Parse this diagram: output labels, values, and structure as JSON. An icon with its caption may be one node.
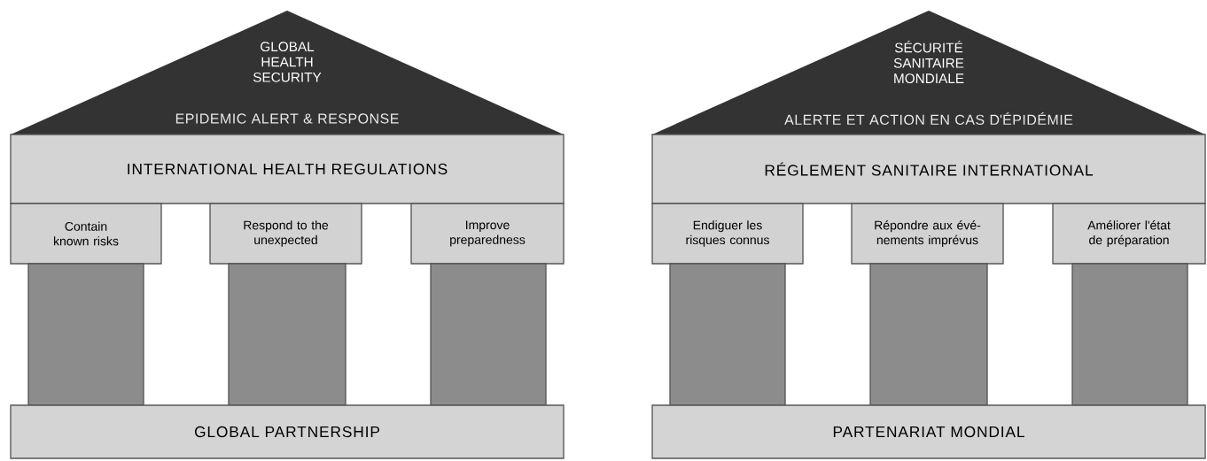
{
  "diagram": {
    "nodes": [
      {
        "text": [
          "GLOBAL HEALTH SECURITY",
          "EPIDEMIC ALERT & RESPONSE"
        ]
      },
      {
        "text": [
          "INTERNATIONAL HEALTH REGULATIONS"
        ]
      },
      {
        "text": [
          "Contain known risks"
        ]
      },
      {
        "text": [
          "Respond to the unexpected"
        ]
      },
      {
        "text": [
          "Improve preparedness"
        ]
      },
      {
        "text": [],
        "shape": "bar"
      },
      {
        "text": [],
        "shape": "bar"
      },
      {
        "text": [],
        "shape": "bar"
      },
      {
        "text": [
          "GLOBAL PARTNERSHIP"
        ]
      },
      {
        "text": [
          "SÉCURITÉ SANITAIRE MONDIALE",
          "ALERTE ET ACTION EN CAS D'ÉPIDÉMIE"
        ]
      },
      {
        "text": [
          "RÉGLEMENT SANITAIRE INTERNATIONAL"
        ]
      },
      {
        "text": [
          "Endiguer les risques connus"
        ]
      },
      {
        "text": [
          "Répondre aux évé- nements imprévus"
        ]
      },
      {
        "text": [
          "Améliorer l'état de préparation"
        ]
      },
      {
        "text": [],
        "shape": "bar"
      },
      {
        "text": [],
        "shape": "bar"
      },
      {
        "text": [],
        "shape": "bar"
      },
      {
        "text": [
          "PARTENARIAT MONDIAL"
        ]
      }
    ]
  }
}
